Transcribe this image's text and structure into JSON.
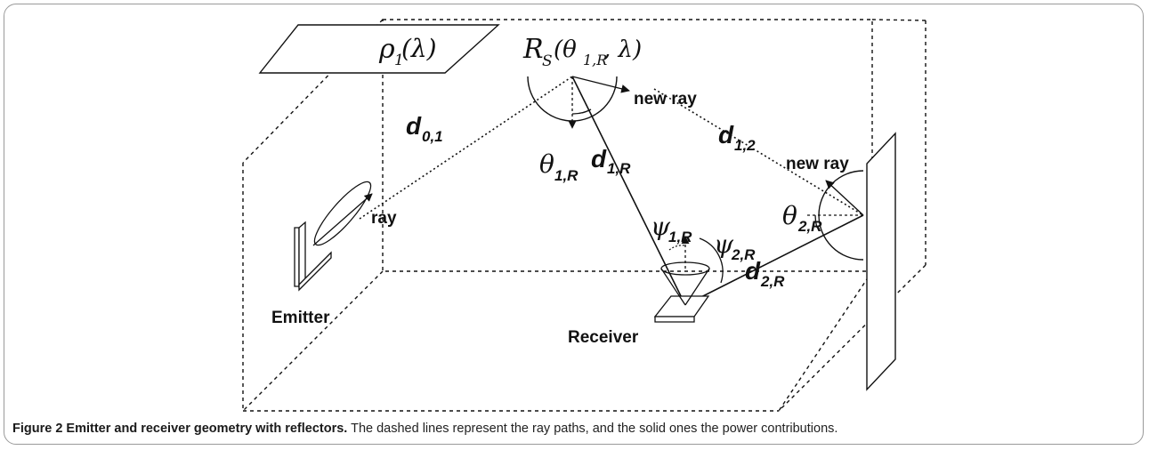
{
  "labels": {
    "rho": "ρ",
    "rho_sub": "1",
    "rho_arg": "(λ)",
    "rs_main": "R",
    "rs_sub": "S",
    "rs_args_a": "(θ",
    "rs_args_sub": "1,R",
    "rs_args_b": ", λ)",
    "new_ray_top": "new ray",
    "new_ray_right": "new ray",
    "ray": "ray",
    "d01": "d",
    "d01_sub": "0,1",
    "d12": "d",
    "d12_sub": "1,2",
    "d1R": "d",
    "d1R_sub": "1,R",
    "d2R": "d",
    "d2R_sub": "2,R",
    "theta1R": "θ",
    "theta1R_sub": "1,R",
    "theta2R": "θ",
    "theta2R_sub": "2,R",
    "psi1R": "ψ",
    "psi1R_sub": "1,R",
    "psi2R": "ψ",
    "psi2R_sub": "2,R",
    "emitter": "Emitter",
    "receiver": "Receiver"
  },
  "caption": {
    "title": "Figure 2 Emitter and receiver geometry with reflectors.",
    "text": " The dashed lines represent the ray paths, and the solid ones the power contributions."
  }
}
